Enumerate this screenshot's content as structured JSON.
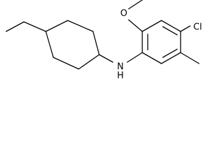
{
  "structure": {
    "atoms": {
      "methoxy_oxygen": "O",
      "chlorine": "Cl",
      "amine_nitrogen": "N",
      "amine_hydrogen": "H"
    }
  },
  "colors": {
    "background": "#ffffff",
    "ink": "#000000"
  }
}
